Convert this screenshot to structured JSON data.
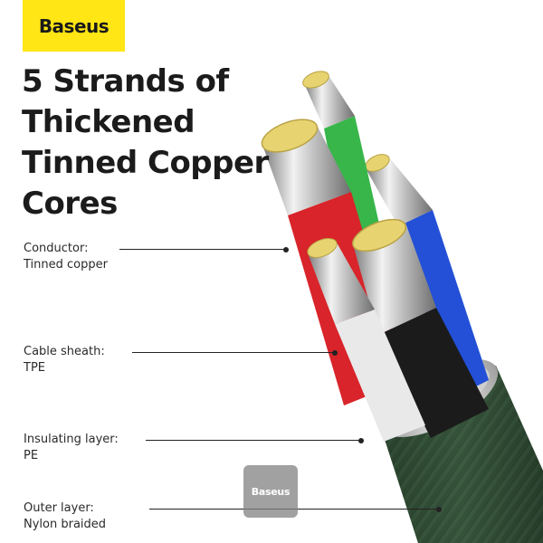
{
  "brand": {
    "logo": "Baseus",
    "logo_color": "#ffe614",
    "watermark": "Baseus"
  },
  "headline": {
    "lines": [
      "5 Strands of",
      "Thickened",
      "Tinned Copper",
      "Cores"
    ]
  },
  "callouts": [
    {
      "label": "Conductor:",
      "value": "Tinned copper"
    },
    {
      "label": "Cable sheath:",
      "value": "TPE"
    },
    {
      "label": "Insulating layer:",
      "value": "PE"
    },
    {
      "label": "Outer layer:",
      "value": "Nylon braided"
    }
  ],
  "colors": {
    "braid": "#2f4a33",
    "core_red": "#d8242a",
    "core_green": "#38b64a",
    "core_blue": "#2350d6",
    "core_black": "#1b1b1b",
    "core_white": "#e9e9e9",
    "copper_tin": "#e7d470"
  }
}
